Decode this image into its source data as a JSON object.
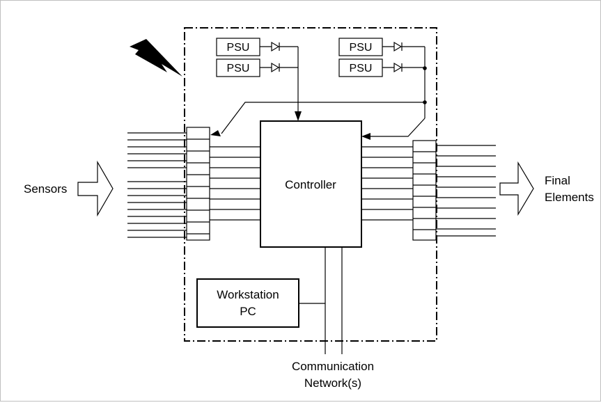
{
  "diagram": {
    "psu_label": "PSU",
    "controller_label": "Controller",
    "sensors_label": "Sensors",
    "final_elements_line1": "Final",
    "final_elements_line2": "Elements",
    "workstation_line1": "Workstation",
    "workstation_line2": "PC",
    "network_line1": "Communication",
    "network_line2": "Network(s)"
  },
  "colors": {
    "stroke": "#000000",
    "background": "#ffffff",
    "frame": "#bfbfbf"
  }
}
